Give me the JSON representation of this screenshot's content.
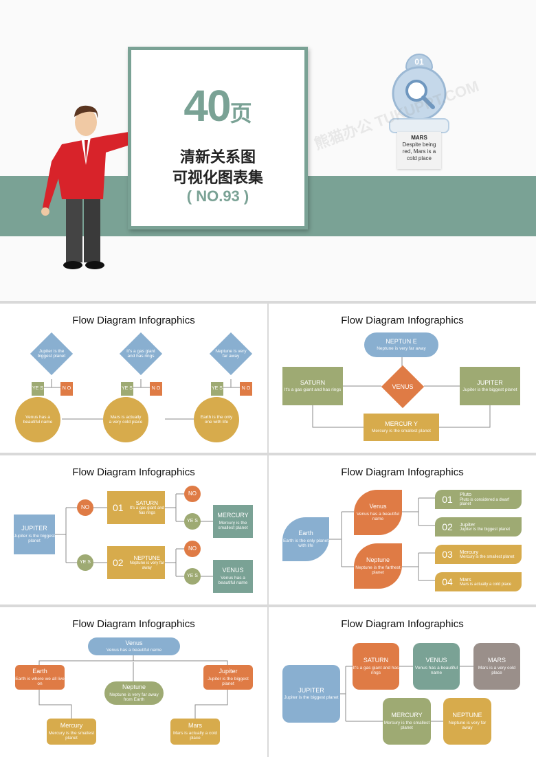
{
  "colors": {
    "teal": "#7aa295",
    "blue": "#89afd0",
    "orange": "#df7b45",
    "mustard": "#d7ab4c",
    "olive": "#9eaa73",
    "green": "#7aa295",
    "gray": "#9a8f8a"
  },
  "cover": {
    "big_number": "40",
    "big_unit": "页",
    "line1": "清新关系图",
    "line2": "可视化图表集",
    "edition": "( NO.93 )",
    "badge_number": "01",
    "badge_title": "MARS",
    "badge_text": "Despite being red, Mars is a cold place",
    "watermark": "熊猫办公 TUKUPPT.COM",
    "icons": [
      "presenter-figure",
      "magnifier-icon",
      "pointer-stick"
    ]
  },
  "panel_title": "Flow Diagram Infographics",
  "p1": {
    "diamonds": [
      "Jupiter is the biggest planet",
      "It's a gas giant and has rings",
      "Neptune is very far away"
    ],
    "yes": "YE S",
    "no": "N O",
    "circles": [
      "Venus has a beautiful name",
      "Mars is actually a very cold place",
      "Earth is the only one with life"
    ]
  },
  "p2": {
    "top": {
      "h": "NEPTUN E",
      "s": "Neptune is very far away"
    },
    "left": {
      "h": "SATURN",
      "s": "It's a gas giant and has rings"
    },
    "center": "VENUS",
    "right": {
      "h": "JUPITER",
      "s": "Jupiter is the biggest planet"
    },
    "bottom": {
      "h": "MERCUR Y",
      "s": "Mercury is the smallest planet"
    }
  },
  "p3": {
    "root": {
      "h": "JUPITER",
      "s": "Jupiter is the biggest planet"
    },
    "no": "NO",
    "yes": "YE S",
    "b1": {
      "num": "01",
      "h": "SATURN",
      "s": "It's a gas giant and has rings"
    },
    "b2": {
      "num": "02",
      "h": "NEPTUNE",
      "s": "Neptune is very far away"
    },
    "r1": {
      "h": "MERCURY",
      "s": "Mercury is the smallest planet"
    },
    "r2": {
      "h": "VENUS",
      "s": "Venus has a beautiful name"
    }
  },
  "p4": {
    "root": {
      "h": "Earth",
      "s": "Earth is the only planet with life"
    },
    "m1": {
      "h": "Venus",
      "s": "Venus has a beautiful name"
    },
    "m2": {
      "h": "Neptune",
      "s": "Neptune is the farthest planet"
    },
    "items": [
      {
        "num": "01",
        "h": "Pluto",
        "s": "Pluto is considered a dwarf planet"
      },
      {
        "num": "02",
        "h": "Jupiter",
        "s": "Jupiter is the biggest planet"
      },
      {
        "num": "03",
        "h": "Mercury",
        "s": "Mercury is the smallest planet"
      },
      {
        "num": "04",
        "h": "Mars",
        "s": "Mars is actually a cold place"
      }
    ]
  },
  "p5": {
    "top": {
      "h": "Venus",
      "s": "Venus has a beautiful name"
    },
    "left": {
      "h": "Earth",
      "s": "Earth is where we all live on"
    },
    "center": {
      "h": "Neptune",
      "s": "Neptune is very far away from Earth"
    },
    "right": {
      "h": "Jupiter",
      "s": "Jupiter is the biggest planet"
    },
    "bl": {
      "h": "Mercury",
      "s": "Mercury is the smallest planet"
    },
    "br": {
      "h": "Mars",
      "s": "Mars is actually a cold place"
    }
  },
  "p6": {
    "root": {
      "h": "JUPITER",
      "s": "Jupiter is the biggest planet"
    },
    "a": {
      "h": "SATURN",
      "s": "It's a gas giant and has rings"
    },
    "b": {
      "h": "VENUS",
      "s": "Venus has a beautiful name"
    },
    "c": {
      "h": "MARS",
      "s": "Mars is a very cold place"
    },
    "d": {
      "h": "MERCURY",
      "s": "Mercury is the smallest planet"
    },
    "e": {
      "h": "NEPTUNE",
      "s": "Neptune is very far away"
    }
  }
}
